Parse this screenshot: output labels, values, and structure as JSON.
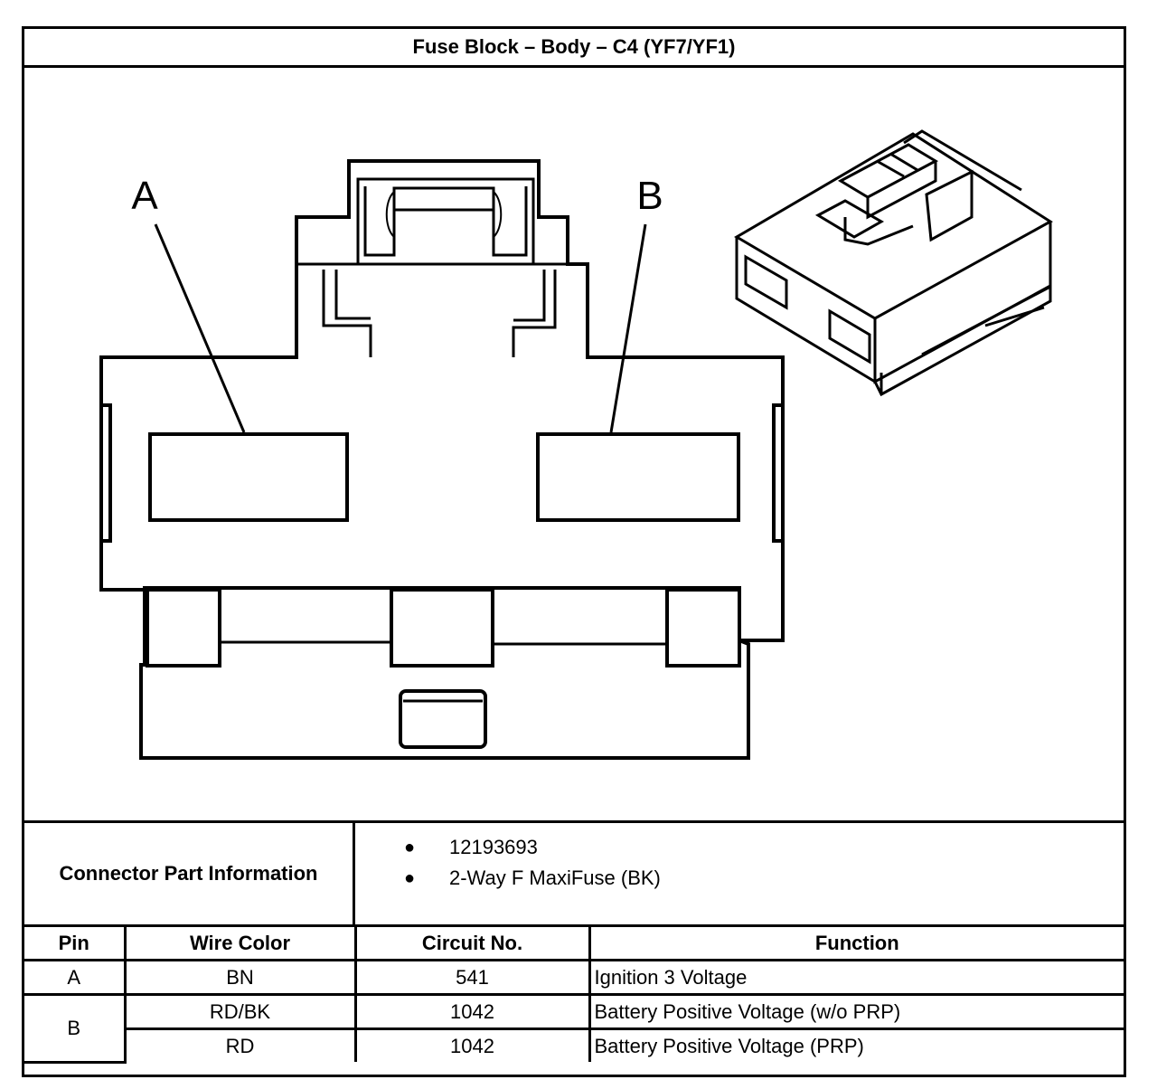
{
  "title": "Fuse Block – Body – C4 (YF7/YF1)",
  "diagram": {
    "pin_labels": [
      "A",
      "B"
    ]
  },
  "connector_info": {
    "label": "Connector Part Information",
    "items": [
      "12193693",
      "2-Way F MaxiFuse (BK)"
    ]
  },
  "table": {
    "headers": [
      "Pin",
      "Wire Color",
      "Circuit No.",
      "Function"
    ],
    "rows": [
      {
        "pin": "A",
        "wire": "BN",
        "circuit": "541",
        "function": "Ignition 3 Voltage"
      },
      {
        "pin": "B",
        "wire": "RD/BK",
        "circuit": "1042",
        "function": "Battery Positive Voltage (w/o PRP)"
      },
      {
        "pin": "",
        "wire": "RD",
        "circuit": "1042",
        "function": "Battery Positive Voltage (PRP)"
      }
    ]
  }
}
